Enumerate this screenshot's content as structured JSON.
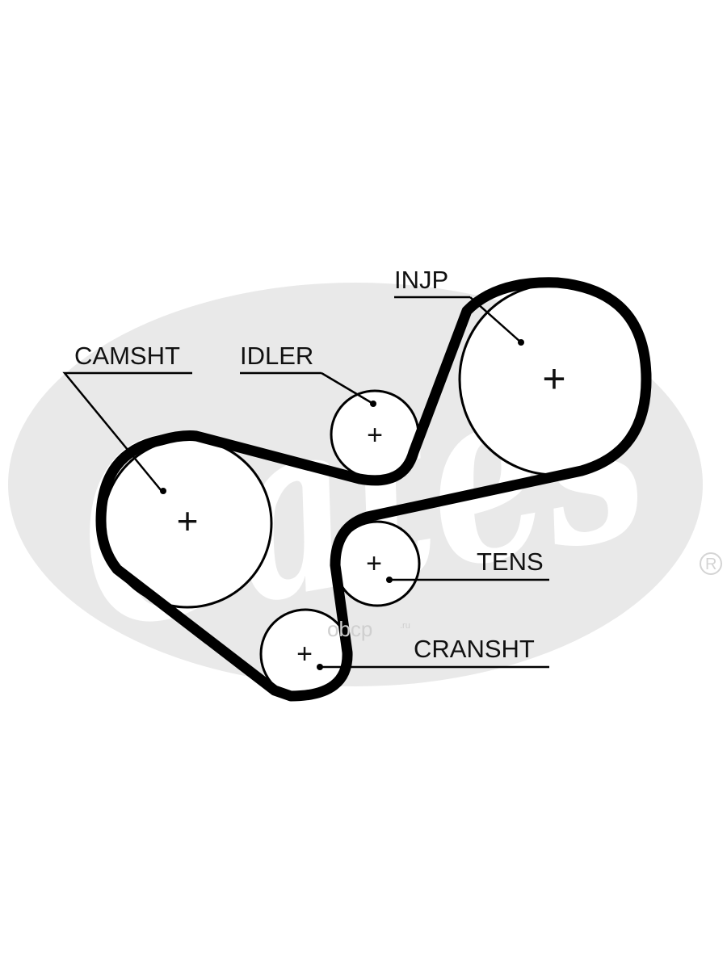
{
  "labels": {
    "camshaft": "CAMSHT",
    "idler": "IDLER",
    "injection_pump": "INJP",
    "tensioner": "TENS",
    "crankshaft": "CRANSHT"
  },
  "pulley_marker": "+",
  "brand_logo": {
    "text": "Gates",
    "registered_mark": "R"
  },
  "watermark": {
    "text": "obcp",
    "suffix": ".ru"
  },
  "colors": {
    "belt": "#000000",
    "pulley_outline": "#000000",
    "logo_ellipse": "#e9e9e9",
    "logo_text": "#ffffff",
    "label_text": "#111111"
  }
}
